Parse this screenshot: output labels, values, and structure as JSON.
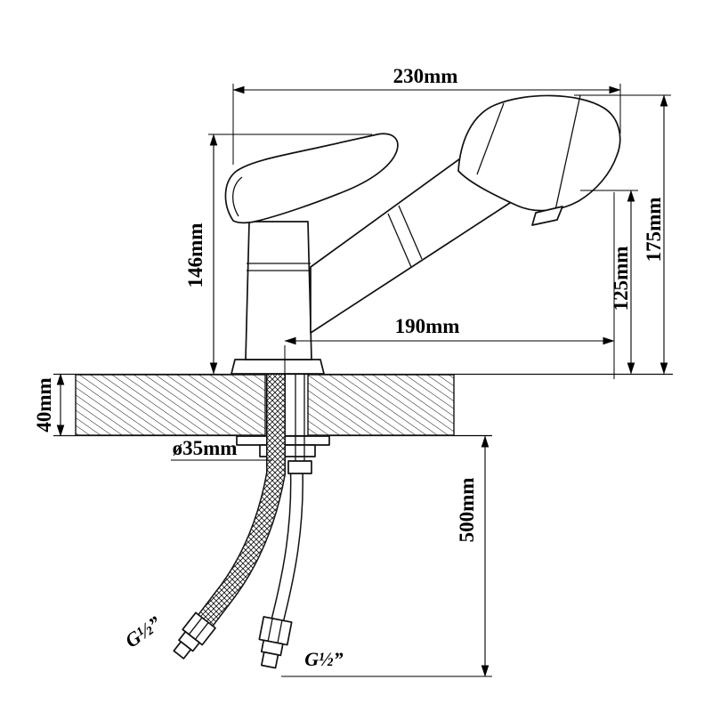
{
  "title": "Faucet installation technical drawing",
  "dimensions": {
    "top_width": "230mm",
    "handle_height": "146mm",
    "total_height": "175mm",
    "outlet_height": "125mm",
    "reach": "190mm",
    "deck_thickness": "40mm",
    "hole_diameter": "ø35mm",
    "hose_length": "500mm",
    "thread_left": "G½”",
    "thread_right": "G½”"
  },
  "colors": {
    "line": "#111111",
    "background": "#ffffff"
  }
}
